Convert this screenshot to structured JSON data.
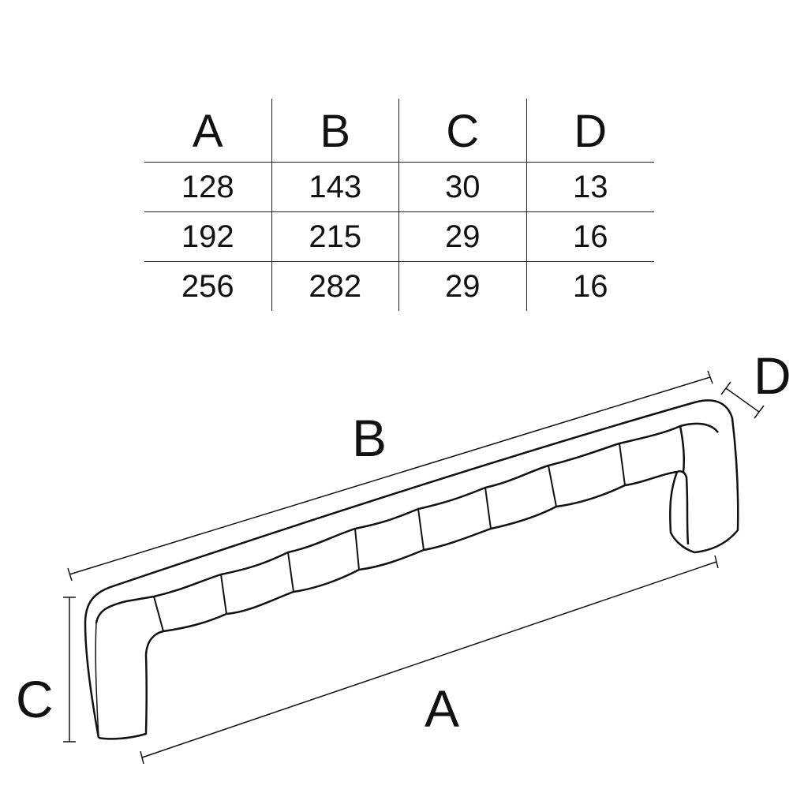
{
  "table": {
    "headers": [
      "A",
      "B",
      "C",
      "D"
    ],
    "rows": [
      [
        "128",
        "143",
        "30",
        "13"
      ],
      [
        "192",
        "215",
        "29",
        "16"
      ],
      [
        "256",
        "282",
        "29",
        "16"
      ]
    ]
  },
  "diagram": {
    "labels": {
      "A": "A",
      "B": "B",
      "C": "C",
      "D": "D"
    }
  }
}
